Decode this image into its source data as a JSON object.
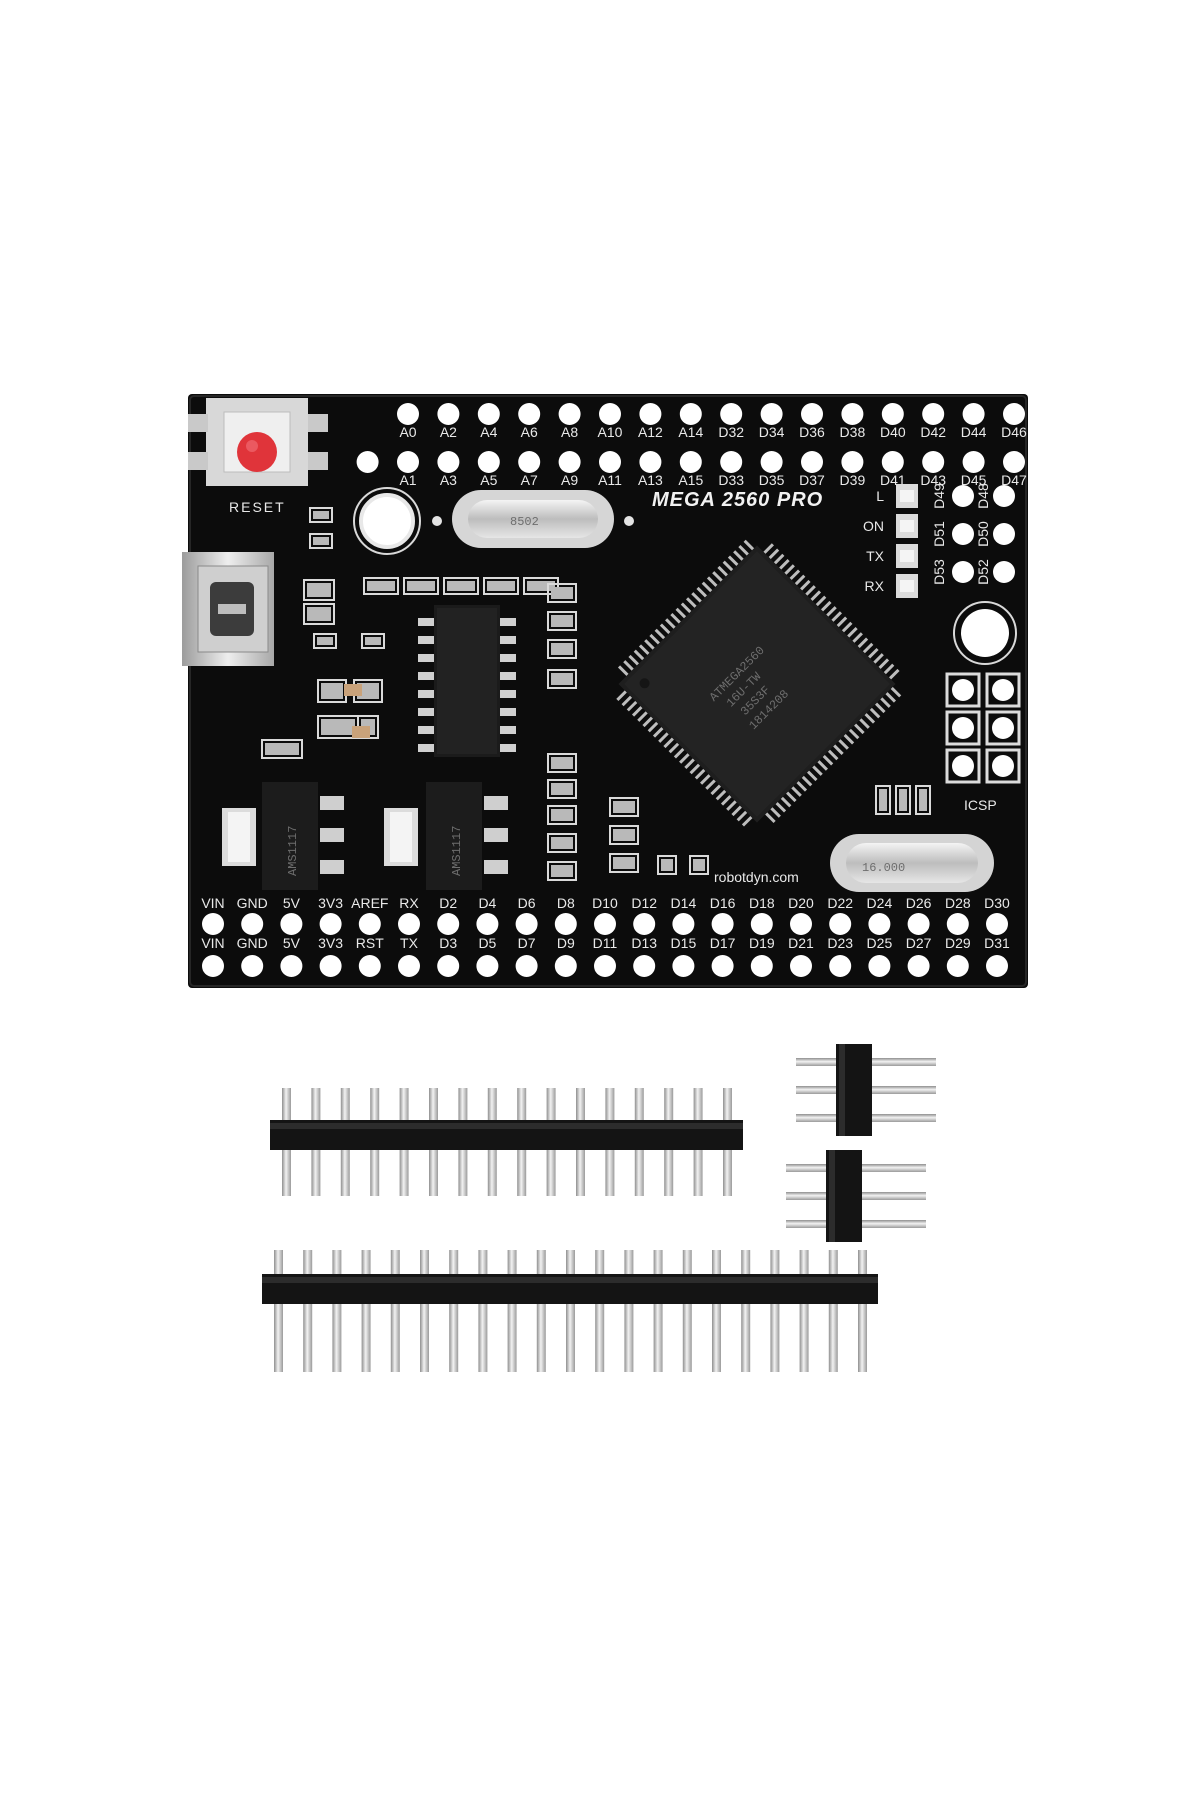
{
  "board": {
    "model_label": "MEGA 2560 PRO",
    "reset_label": "RESET",
    "icsp_label": "ICSP",
    "site_label": "robotdyn.com",
    "led_labels": [
      "L",
      "ON",
      "TX",
      "RX"
    ],
    "chip_lines": [
      "ATMEGA2560",
      "16U-TW",
      "35S3F",
      "1814208"
    ],
    "crystal_top_label": "8502",
    "crystal_bottom_label": "16.000",
    "regulator_label": "AMS1117",
    "top_row_upper": [
      "A0",
      "A2",
      "A4",
      "A6",
      "A8",
      "A10",
      "A12",
      "A14",
      "D32",
      "D34",
      "D36",
      "D38",
      "D40",
      "D42",
      "D44",
      "D46"
    ],
    "top_row_lower": [
      "A1",
      "A3",
      "A5",
      "A7",
      "A9",
      "A11",
      "A13",
      "A15",
      "D33",
      "D35",
      "D37",
      "D39",
      "D41",
      "D43",
      "D45",
      "D47"
    ],
    "right_col": [
      "D49",
      "D48",
      "D51",
      "D50",
      "D53",
      "D52"
    ],
    "bottom_row_upper": [
      "VIN",
      "GND",
      "5V",
      "3V3",
      "AREF",
      "RX",
      "D2",
      "D4",
      "D6",
      "D8",
      "D10",
      "D12",
      "D14",
      "D16",
      "D18",
      "D20",
      "D22",
      "D24",
      "D26",
      "D28",
      "D30"
    ],
    "bottom_row_lower": [
      "VIN",
      "GND",
      "5V",
      "3V3",
      "RST",
      "TX",
      "D3",
      "D5",
      "D7",
      "D9",
      "D11",
      "D13",
      "D15",
      "D17",
      "D19",
      "D21",
      "D23",
      "D25",
      "D27",
      "D29",
      "D31"
    ]
  },
  "headers": {
    "long_strip_1_pins": 16,
    "long_strip_2_pins": 21,
    "short_strips": 2,
    "short_strip_pins": 3
  },
  "colors": {
    "pcb": "#0d0d0d",
    "reset_button": "#e0343a",
    "silkscreen": "#e9e9e9",
    "header_plastic": "#151515",
    "pin_metal": "#c9c9c9"
  }
}
